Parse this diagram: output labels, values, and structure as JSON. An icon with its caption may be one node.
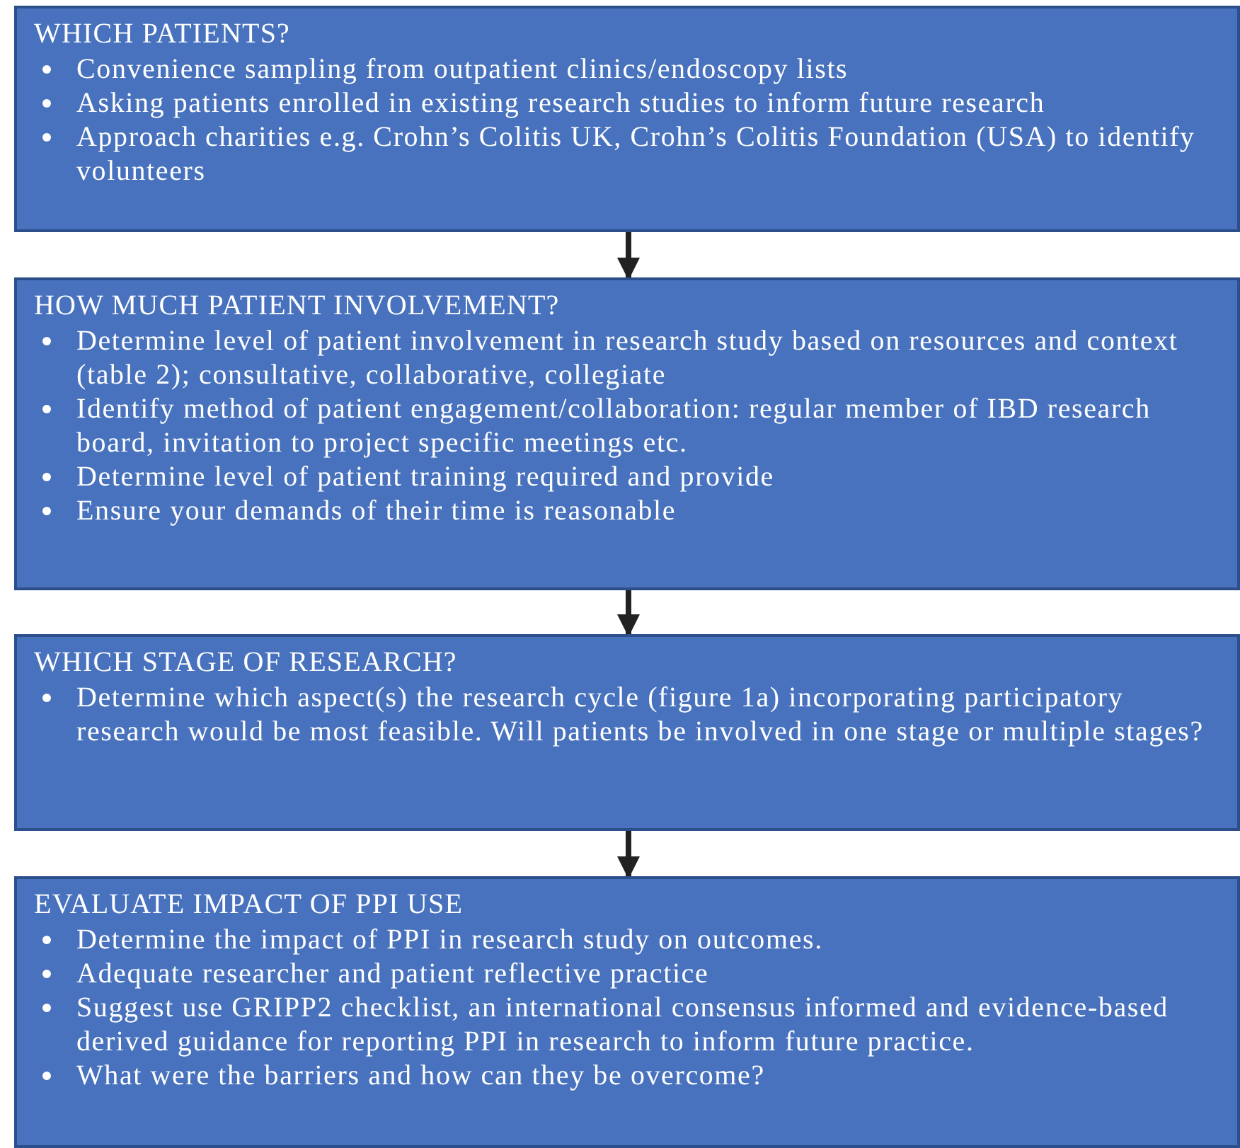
{
  "diagram": {
    "nodes": [
      {
        "text": [
          "WHICH PATIENTS?",
          "Convenience sampling from outpatient clinics/endoscopy lists",
          "Asking patients enrolled in existing research studies to inform future research",
          "Approach charities e.g. Crohn’s Colitis UK, Crohn’s Colitis Foundation (USA) to identify volunteers"
        ]
      },
      {
        "text": [
          "HOW MUCH PATIENT INVOLVEMENT?",
          "Determine level of patient involvement in research study based on resources and context (table 2); consultative, collaborative, collegiate",
          "Identify method of patient engagement/collaboration: regular member of IBD research board, invitation to project specific meetings etc.",
          "Determine level of patient training required and provide",
          "Ensure your demands of their time is reasonable"
        ]
      },
      {
        "text": [
          "WHICH STAGE OF RESEARCH?",
          "Determine which aspect(s) the research cycle (figure 1a) incorporating participatory research would be most feasible. Will patients be involved in one stage or multiple stages?"
        ]
      },
      {
        "text": [
          "EVALUATE IMPACT OF PPI USE",
          "Determine the impact of PPI in research study on outcomes.",
          "Adequate researcher and patient reflective practice",
          "Suggest use GRIPP2 checklist, an international consensus informed and evidence-based derived guidance for reporting PPI in research to inform future practice.",
          "What were the barriers and how can they be overcome?"
        ]
      }
    ],
    "edges": [
      {
        "from": 0,
        "to": 1,
        "arrow": "to"
      },
      {
        "from": 1,
        "to": 2,
        "arrow": "to"
      },
      {
        "from": 2,
        "to": 3,
        "arrow": "to"
      }
    ]
  }
}
